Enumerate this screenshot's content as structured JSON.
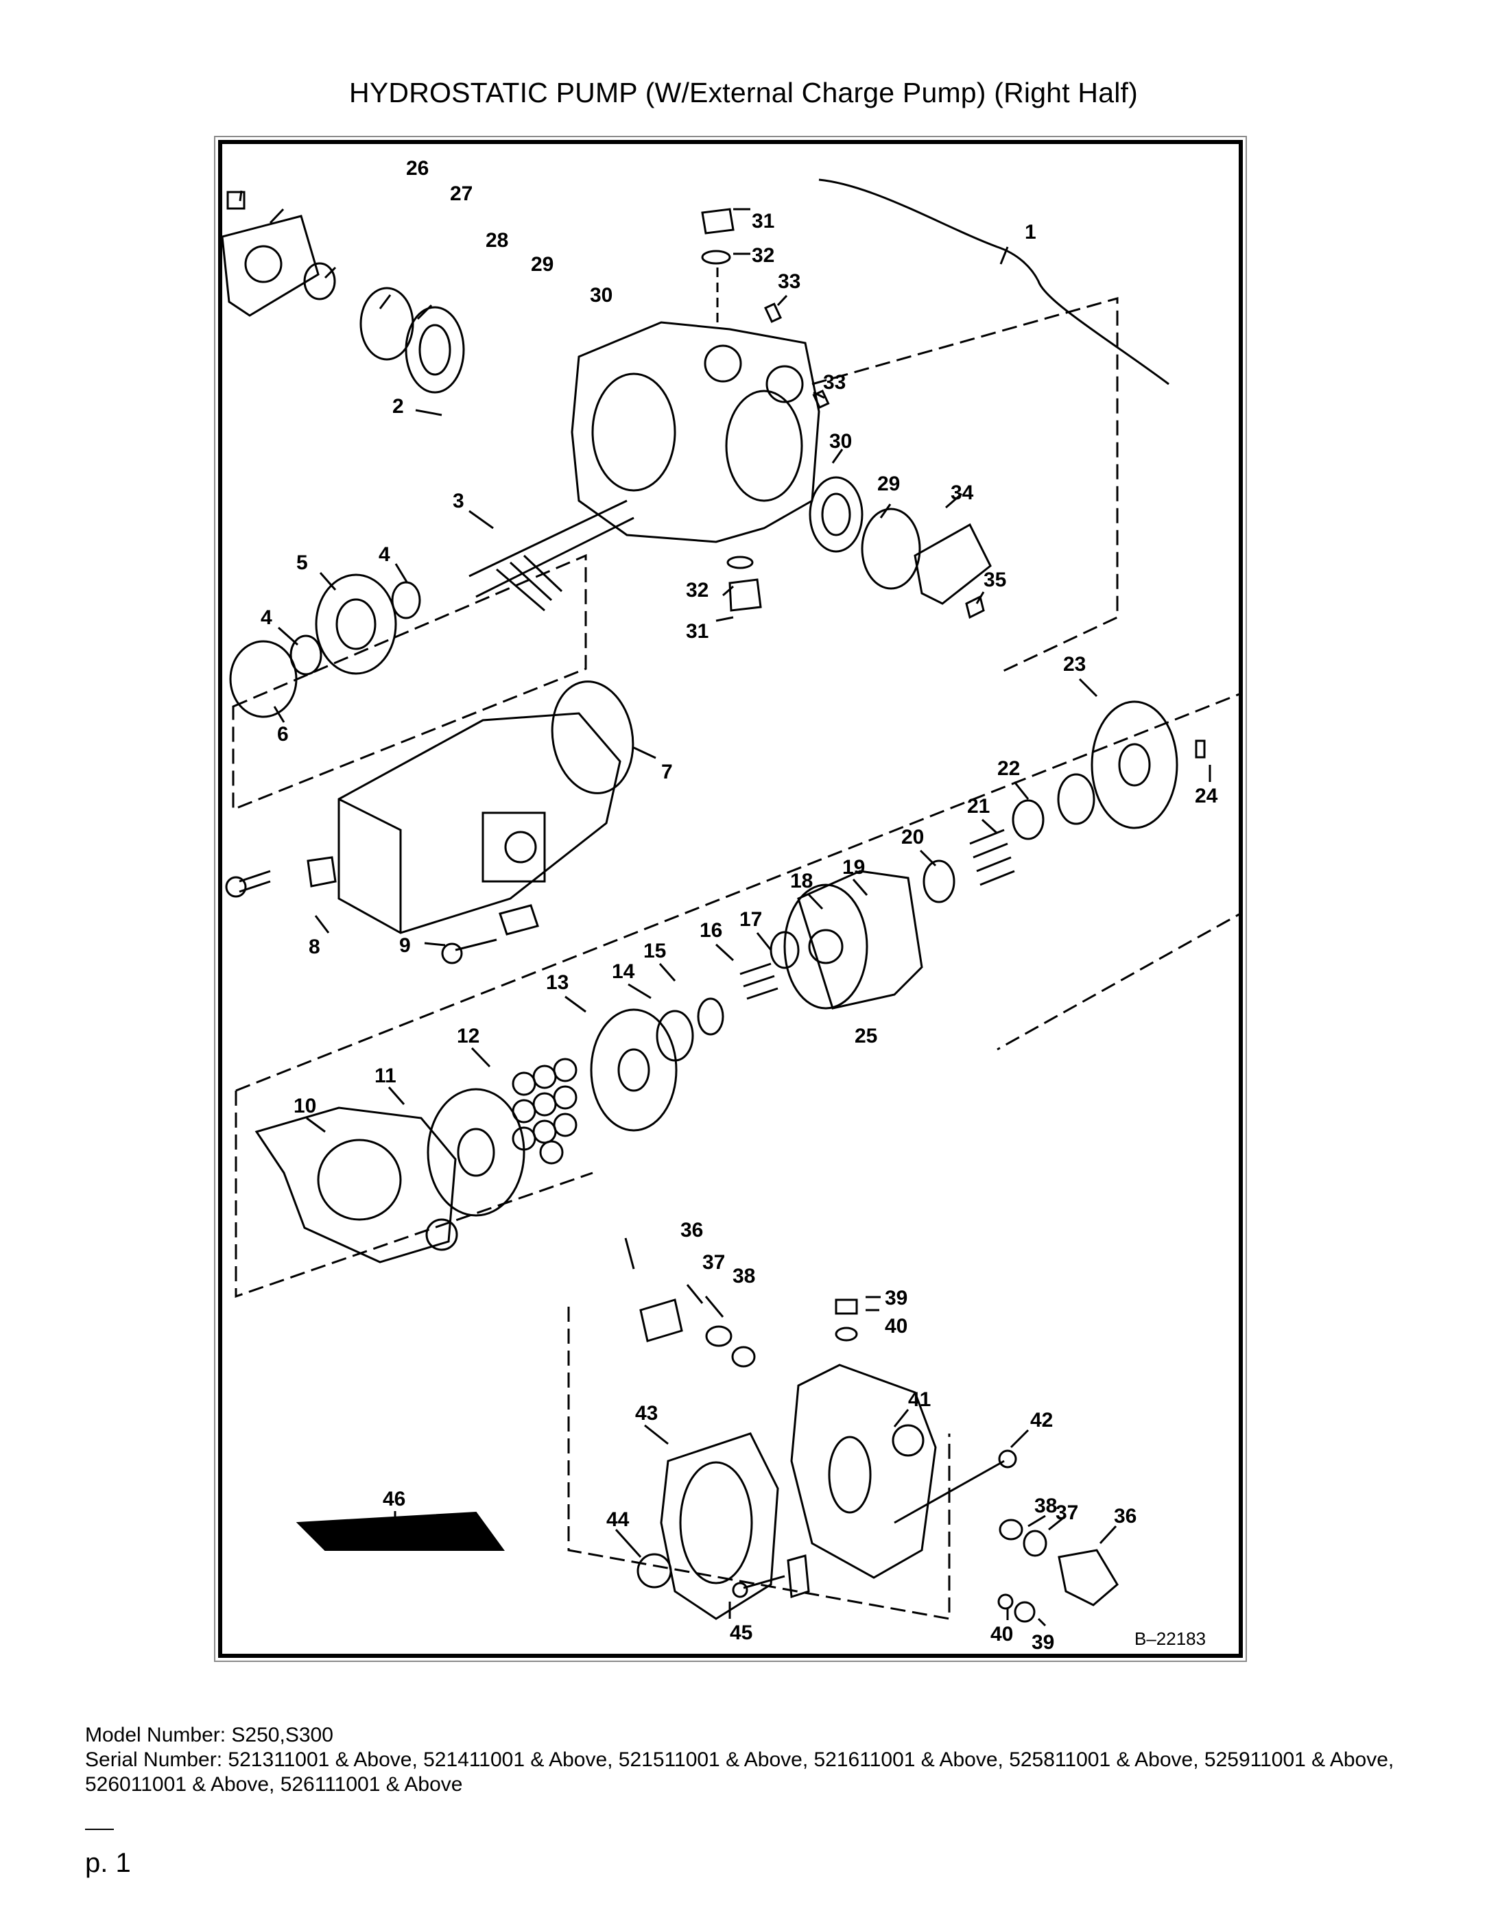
{
  "page_title": "HYDROSTATIC PUMP (W/External Charge Pump) (Right Half)",
  "figure_code": "B–22183",
  "callouts": [
    "1",
    "2",
    "3",
    "4",
    "5",
    "4",
    "6",
    "7",
    "8",
    "9",
    "9",
    "10",
    "11",
    "12",
    "13",
    "14",
    "15",
    "16",
    "17",
    "18",
    "19",
    "20",
    "21",
    "22",
    "23",
    "24",
    "25",
    "26",
    "27",
    "28",
    "29",
    "30",
    "31",
    "32",
    "33",
    "33",
    "30",
    "29",
    "34",
    "35",
    "32",
    "31",
    "36",
    "37",
    "38",
    "39",
    "40",
    "41",
    "42",
    "43",
    "38",
    "37",
    "36",
    "44",
    "45",
    "40",
    "39",
    "46"
  ],
  "info": {
    "model_label": "Model Number:",
    "model_value": "S250,S300",
    "serial_label": "Serial Number:",
    "serial_value": "521311001 & Above, 521411001 & Above, 521511001 & Above, 521611001 & Above, 525811001 & Above, 525911001 & Above, 526011001 & Above, 526111001 & Above"
  },
  "page_number": "p. 1"
}
